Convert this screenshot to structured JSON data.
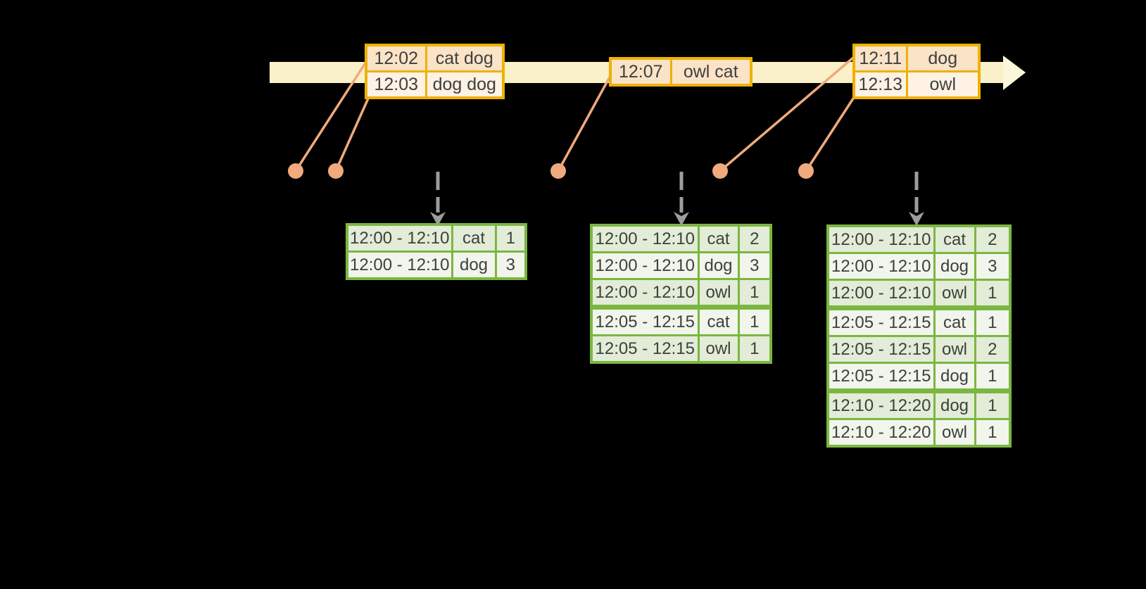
{
  "colors": {
    "background": "#000000",
    "timeline_band": "#faf1ca",
    "timeline_arrowhead": "#fcf6da",
    "event_table_border": "#eeb103",
    "event_row_peach": "#fae3c6",
    "event_row_cream": "#fdf2e4",
    "connector_salmon": "#efaa7d",
    "down_arrow_gray": "#9d9d9d",
    "result_table_border": "#7cb642",
    "result_row_green": "#e2ecd6",
    "result_row_light": "#f1f5eb",
    "table_text": "#3f3f3f"
  },
  "event_tables": [
    {
      "rows": [
        [
          "12:02",
          "cat dog"
        ],
        [
          "12:03",
          "dog dog"
        ]
      ]
    },
    {
      "rows": [
        [
          "12:07",
          "owl cat"
        ]
      ]
    },
    {
      "rows": [
        [
          "12:11",
          "dog"
        ],
        [
          "12:13",
          "owl"
        ]
      ]
    }
  ],
  "result_tables": [
    {
      "rows": [
        [
          "12:00 - 12:10",
          "cat",
          "1"
        ],
        [
          "12:00 - 12:10",
          "dog",
          "3"
        ]
      ]
    },
    {
      "rows": [
        [
          "12:00 - 12:10",
          "cat",
          "2"
        ],
        [
          "12:00 - 12:10",
          "dog",
          "3"
        ],
        [
          "12:00 - 12:10",
          "owl",
          "1"
        ],
        [
          "12:05 - 12:15",
          "cat",
          "1"
        ],
        [
          "12:05 - 12:15",
          "owl",
          "1"
        ]
      ]
    },
    {
      "rows": [
        [
          "12:00 - 12:10",
          "cat",
          "2"
        ],
        [
          "12:00 - 12:10",
          "dog",
          "3"
        ],
        [
          "12:00 - 12:10",
          "owl",
          "1"
        ],
        [
          "12:05 - 12:15",
          "cat",
          "1"
        ],
        [
          "12:05 - 12:15",
          "owl",
          "2"
        ],
        [
          "12:05 - 12:15",
          "dog",
          "1"
        ],
        [
          "12:10 - 12:20",
          "dog",
          "1"
        ],
        [
          "12:10 - 12:20",
          "owl",
          "1"
        ]
      ]
    }
  ]
}
